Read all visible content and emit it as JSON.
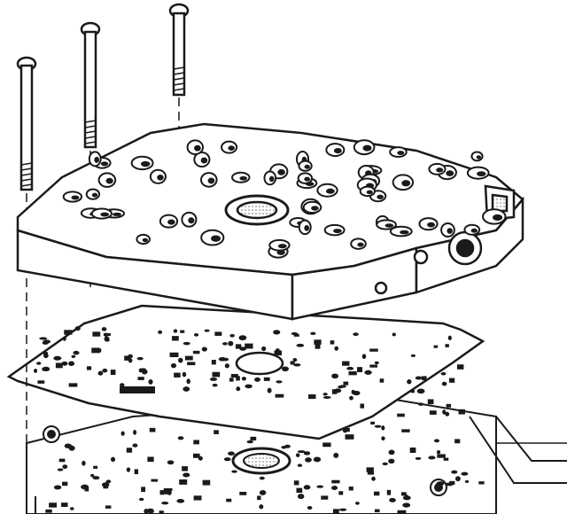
{
  "figure": {
    "kind": "exploded technical line drawing",
    "colors": {
      "line": "#1a1a1a",
      "fill": "#ffffff",
      "shade": "#d9d9d9"
    }
  },
  "components": [
    {
      "id": "bolt-left"
    },
    {
      "id": "bolt-middle"
    },
    {
      "id": "bolt-right"
    },
    {
      "id": "upper-valve-body"
    },
    {
      "id": "separator-plate"
    },
    {
      "id": "lower-valve-body"
    }
  ]
}
